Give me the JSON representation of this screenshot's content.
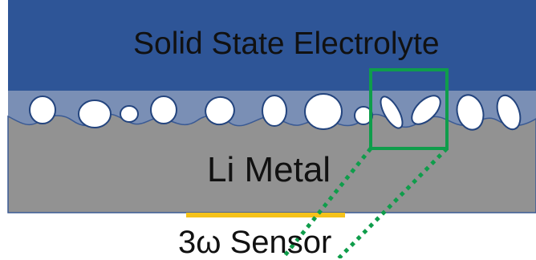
{
  "labels": {
    "electrolyte": "Solid State Electrolyte",
    "li_metal": "Li Metal",
    "sensor": "3ω Sensor"
  },
  "colors": {
    "electrolyte": "#2e5597",
    "interface": "#7a8fb5",
    "li_metal": "#929292",
    "voids": "#ffffff",
    "void_outline": "#23447e",
    "zoom_box": "#0f9d4b",
    "sensor_strip": "#f5c21a"
  },
  "icons": {
    "zoom_box": "green-square-outline",
    "zoom_lines": "green-dotted-lines"
  }
}
